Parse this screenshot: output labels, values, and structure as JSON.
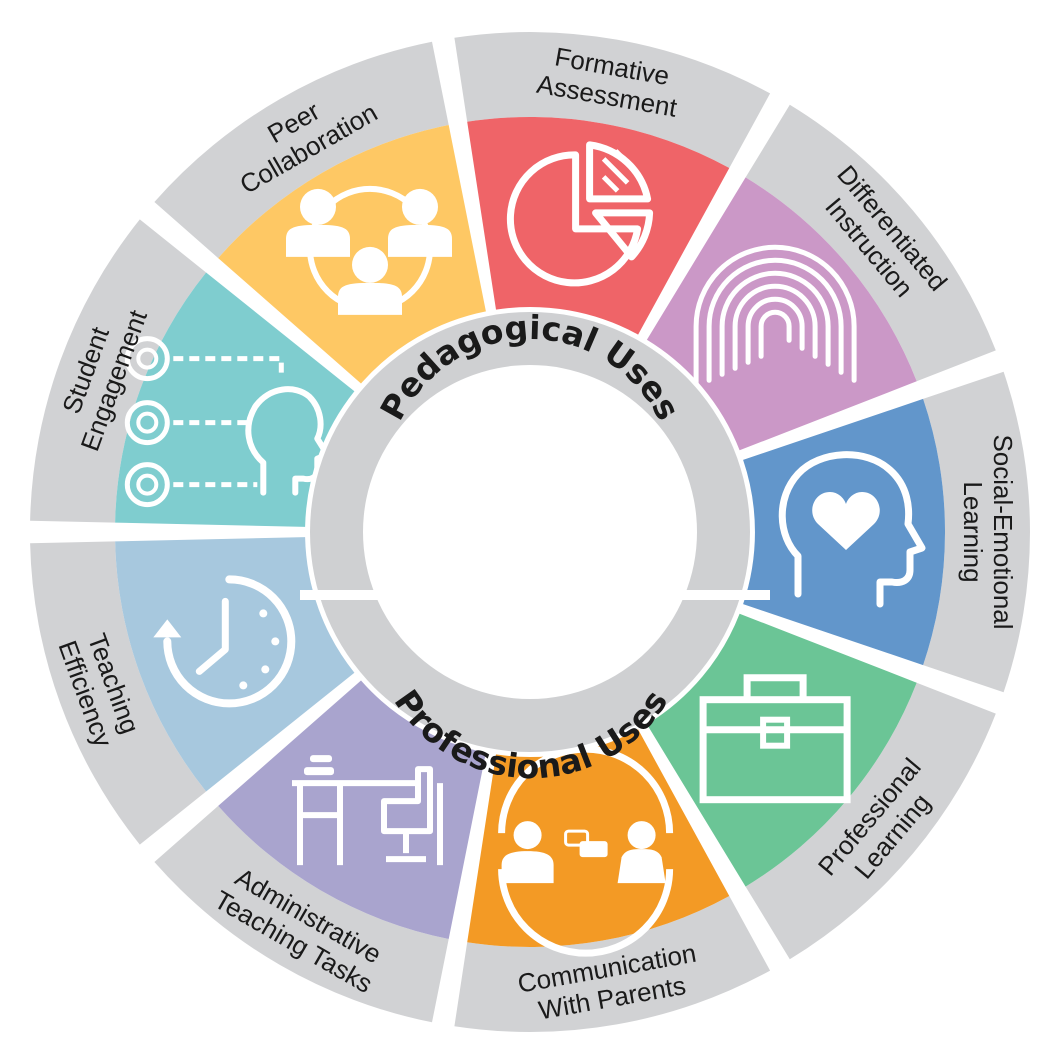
{
  "center_labels": {
    "top": "Pedagogical Uses",
    "bottom": "Professional Uses"
  },
  "segments": [
    {
      "lines": [
        "Formative",
        "Assessment"
      ],
      "color": "#ef6468",
      "icon": "pie-chart-icon"
    },
    {
      "lines": [
        "Differentiated",
        "Instruction"
      ],
      "color": "#cb98c7",
      "icon": "fingerprint-icon"
    },
    {
      "lines": [
        "Social-Emotional",
        "Learning"
      ],
      "color": "#6296cb",
      "icon": "head-heart-icon"
    },
    {
      "lines": [
        "Professional",
        "Learning"
      ],
      "color": "#6bc596",
      "icon": "briefcase-icon"
    },
    {
      "lines": [
        "Communication",
        "With Parents"
      ],
      "color": "#f39a25",
      "icon": "parents-chat-icon"
    },
    {
      "lines": [
        "Administrative",
        "Teaching Tasks"
      ],
      "color": "#a9a4ce",
      "icon": "desk-chair-icon"
    },
    {
      "lines": [
        "Teaching",
        "Efficiency"
      ],
      "color": "#a7c8de",
      "icon": "clock-icon"
    },
    {
      "lines": [
        "Student",
        "Engagement"
      ],
      "color": "#7fcdcf",
      "icon": "target-head-icon"
    },
    {
      "lines": [
        "Peer",
        "Collaboration"
      ],
      "color": "#fec864",
      "icon": "people-group-icon"
    }
  ],
  "colors": {
    "outer_ring": "#d1d2d4",
    "inner_ring": "#cfd0d2",
    "gap": "#ffffff",
    "icon": "#ffffff"
  }
}
